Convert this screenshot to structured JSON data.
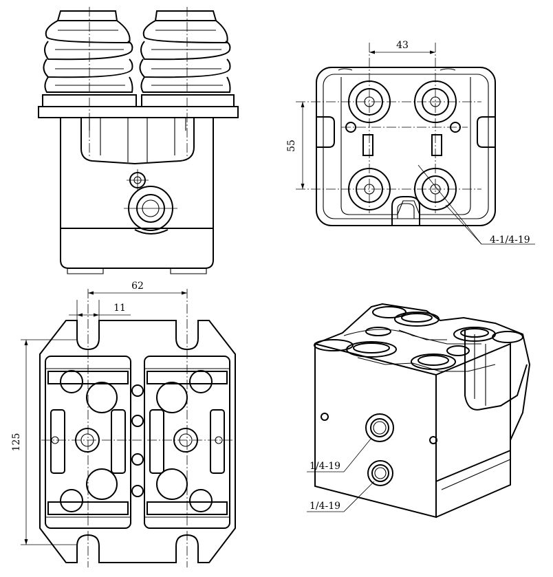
{
  "drawing": {
    "front_view": {},
    "top_view": {
      "dim_spacing_h": "43",
      "dim_spacing_v": "55",
      "callout_ports": "4-1/4-19"
    },
    "bottom_view": {
      "dim_slot_pitch": "62",
      "dim_slot_width": "11",
      "dim_height": "125"
    },
    "iso_view": {
      "callout_port_upper": "1/4-19",
      "callout_port_lower": "1/4-19"
    }
  }
}
